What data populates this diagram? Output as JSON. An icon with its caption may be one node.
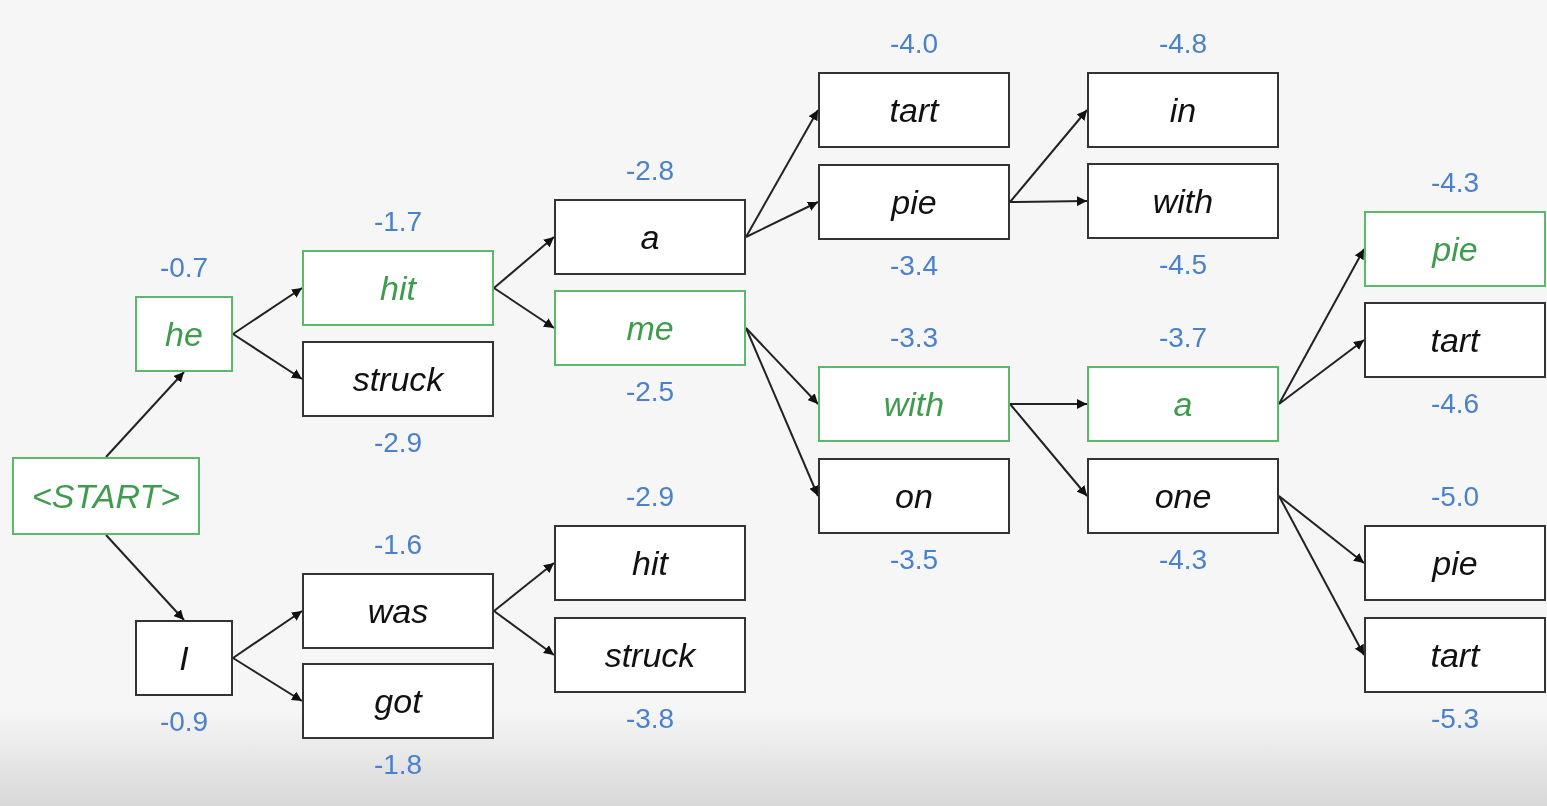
{
  "diagram": {
    "nodes": [
      {
        "text": [
          "<START>"
        ]
      },
      {
        "text": [
          "he"
        ],
        "beside": [
          "-0.7"
        ]
      },
      {
        "text": [
          "I"
        ],
        "beside": [
          "-0.9"
        ]
      },
      {
        "text": [
          "hit"
        ],
        "beside": [
          "-1.7"
        ]
      },
      {
        "text": [
          "struck"
        ],
        "beside": [
          "-2.9"
        ]
      },
      {
        "text": [
          "was"
        ],
        "beside": [
          "-1.6"
        ]
      },
      {
        "text": [
          "got"
        ],
        "beside": [
          "-1.8"
        ]
      },
      {
        "text": [
          "a"
        ],
        "beside": [
          "-2.8"
        ]
      },
      {
        "text": [
          "me"
        ],
        "beside": [
          "-2.5"
        ]
      },
      {
        "text": [
          "hit"
        ],
        "beside": [
          "-2.9"
        ]
      },
      {
        "text": [
          "struck"
        ],
        "beside": [
          "-3.8"
        ]
      },
      {
        "text": [
          "tart"
        ],
        "beside": [
          "-4.0"
        ]
      },
      {
        "text": [
          "pie"
        ],
        "beside": [
          "-3.4"
        ]
      },
      {
        "text": [
          "with"
        ],
        "beside": [
          "-3.3"
        ]
      },
      {
        "text": [
          "on"
        ],
        "beside": [
          "-3.5"
        ]
      },
      {
        "text": [
          "in"
        ],
        "beside": [
          "-4.8"
        ]
      },
      {
        "text": [
          "with"
        ],
        "beside": [
          "-4.5"
        ]
      },
      {
        "text": [
          "a"
        ],
        "beside": [
          "-3.7"
        ]
      },
      {
        "text": [
          "one"
        ],
        "beside": [
          "-4.3"
        ]
      },
      {
        "text": [
          "pie"
        ],
        "beside": [
          "-4.3"
        ]
      },
      {
        "text": [
          "tart"
        ],
        "beside": [
          "-4.6"
        ]
      },
      {
        "text": [
          "pie"
        ],
        "beside": [
          "-5.0"
        ]
      },
      {
        "text": [
          "tart"
        ],
        "beside": [
          "-5.3"
        ]
      }
    ],
    "edges": [
      {
        "from": 0,
        "to": 1,
        "arrow": "to"
      },
      {
        "from": 0,
        "to": 2,
        "arrow": "to"
      },
      {
        "from": 1,
        "to": 3,
        "arrow": "to"
      },
      {
        "from": 1,
        "to": 4,
        "arrow": "to"
      },
      {
        "from": 2,
        "to": 5,
        "arrow": "to"
      },
      {
        "from": 2,
        "to": 6,
        "arrow": "to"
      },
      {
        "from": 3,
        "to": 7,
        "arrow": "to"
      },
      {
        "from": 3,
        "to": 8,
        "arrow": "to"
      },
      {
        "from": 5,
        "to": 9,
        "arrow": "to"
      },
      {
        "from": 5,
        "to": 10,
        "arrow": "to"
      },
      {
        "from": 7,
        "to": 11,
        "arrow": "to"
      },
      {
        "from": 7,
        "to": 12,
        "arrow": "to"
      },
      {
        "from": 8,
        "to": 13,
        "arrow": "to"
      },
      {
        "from": 8,
        "to": 14,
        "arrow": "to"
      },
      {
        "from": 12,
        "to": 15,
        "arrow": "to"
      },
      {
        "from": 12,
        "to": 16,
        "arrow": "to"
      },
      {
        "from": 13,
        "to": 17,
        "arrow": "to"
      },
      {
        "from": 13,
        "to": 18,
        "arrow": "to"
      },
      {
        "from": 17,
        "to": 19,
        "arrow": "to"
      },
      {
        "from": 17,
        "to": 20,
        "arrow": "to"
      },
      {
        "from": 18,
        "to": 21,
        "arrow": "to"
      },
      {
        "from": 18,
        "to": 22,
        "arrow": "to"
      }
    ]
  }
}
